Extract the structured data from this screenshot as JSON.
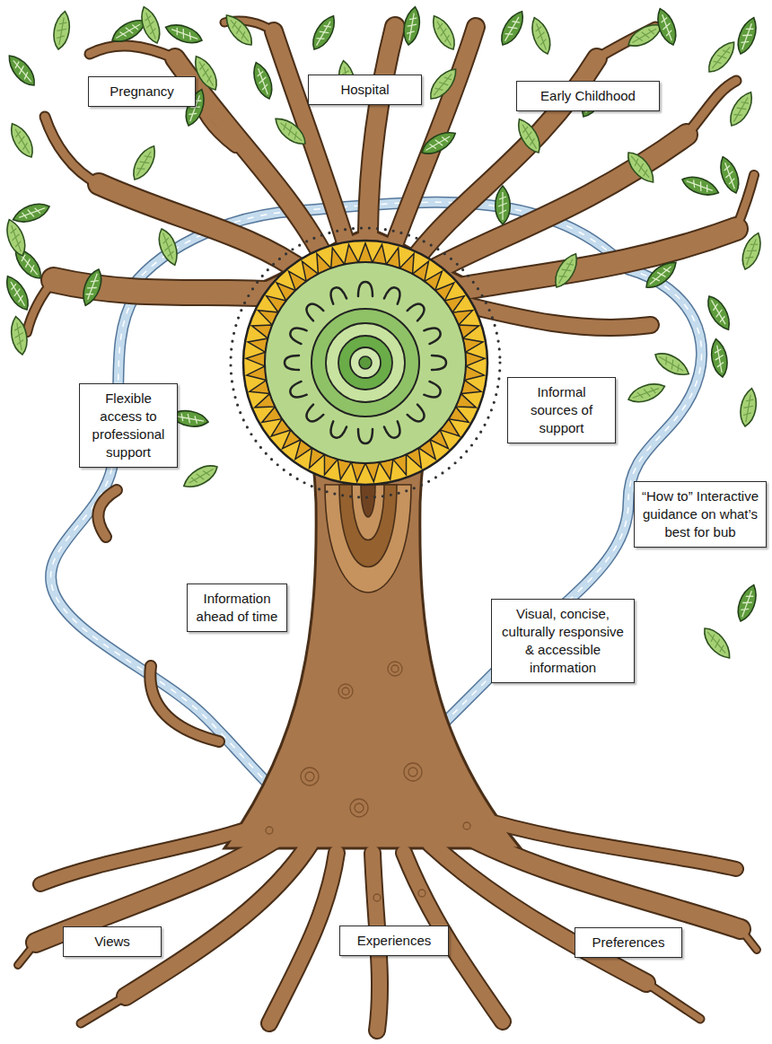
{
  "diagram": {
    "nodes": [
      {
        "text": [
          "Pregnancy"
        ]
      },
      {
        "text": [
          "Hospital"
        ]
      },
      {
        "text": [
          "Early Childhood"
        ]
      },
      {
        "text": [
          "Flexible access to professional support"
        ]
      },
      {
        "text": [
          "Informal sources of support"
        ]
      },
      {
        "text": [
          "“How to” Interactive guidance on what’s best for bub"
        ]
      },
      {
        "text": [
          "Information ahead of time"
        ]
      },
      {
        "text": [
          "Visual, concise, culturally responsive & accessible information"
        ]
      },
      {
        "text": [
          "Views"
        ]
      },
      {
        "text": [
          "Experiences"
        ]
      },
      {
        "text": [
          "Preferences"
        ]
      }
    ]
  }
}
